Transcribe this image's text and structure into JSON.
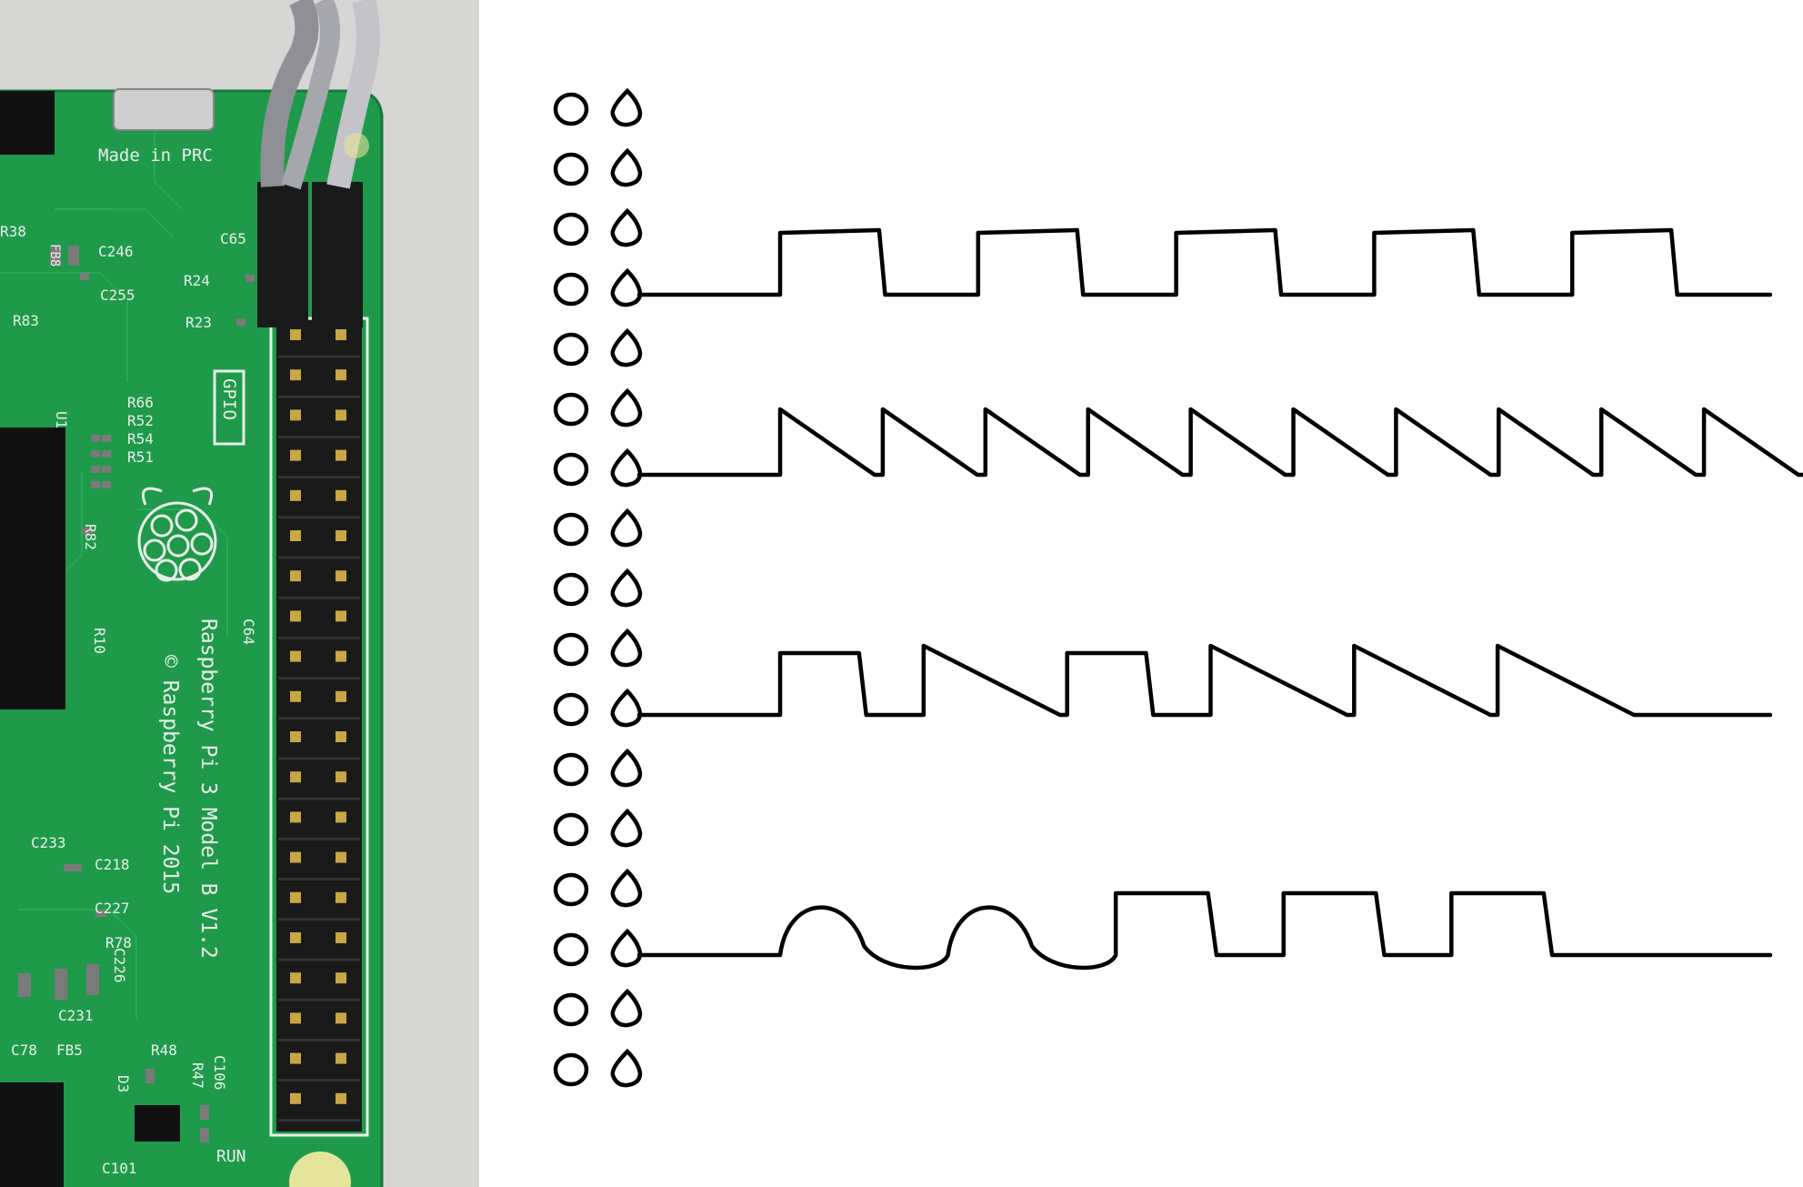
{
  "colors": {
    "board": "#1f9a4a",
    "board_dark": "#137a37",
    "backdrop": "#d9d9d9",
    "silkscreen": "#e8efe8",
    "header_plastic": "#1a1a1a",
    "pin_gold": "#c9a646",
    "wire_gray": "#8f8f96",
    "wire_light": "#c4c4c8",
    "ink": "#000000",
    "paper": "#ffffff"
  },
  "board_labels": {
    "made_in": "Made in PRC",
    "gpio": "GPIO",
    "model": "Raspberry Pi 3 Model B V1.2",
    "copyright": "© Raspberry Pi 2015",
    "run": "RUN",
    "refs": [
      "R38",
      "FB8",
      "C246",
      "C65",
      "C255",
      "R24",
      "R83",
      "R23",
      "R66",
      "R52",
      "R54",
      "R51",
      "U1",
      "R82",
      "C64",
      "R10",
      "C233",
      "C218",
      "C227",
      "R78",
      "C226",
      "C231",
      "C78",
      "FB5",
      "R48",
      "R47",
      "C106",
      "D3",
      "C101"
    ]
  },
  "diagram": {
    "pin_rows": 17,
    "signal_rows": [
      4,
      7,
      11,
      15
    ],
    "signals": [
      {
        "type": "square",
        "cycles": 5
      },
      {
        "type": "sawtooth",
        "cycles": 10
      },
      {
        "type": "mixed",
        "pattern": [
          "square",
          "sawtooth",
          "square",
          "sawtooth",
          "sawtooth",
          "sawtooth"
        ]
      },
      {
        "type": "mixed",
        "pattern": [
          "sine",
          "sine",
          "square",
          "square",
          "square"
        ]
      }
    ]
  }
}
